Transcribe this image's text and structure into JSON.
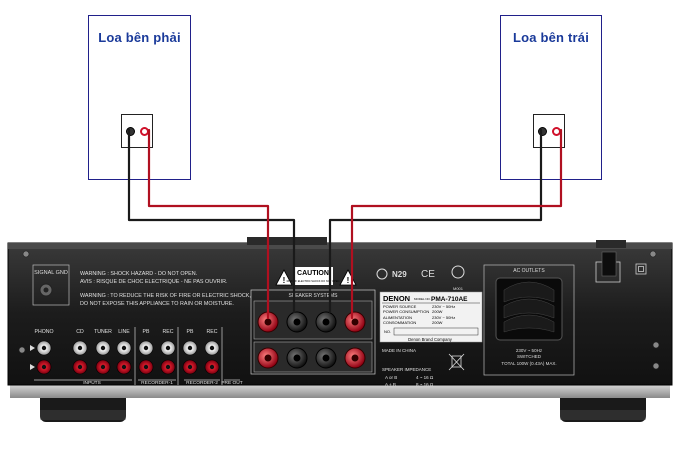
{
  "speakers": {
    "right_label": "Loa bên phải",
    "left_label": "Loa bên trái"
  },
  "amplifier": {
    "model_prefix": "MODEL NO.",
    "brand": "DENON",
    "model": "PMA-710AE",
    "spec_lines": [
      [
        "POWER SOURCE",
        "230V ~ 50Hz"
      ],
      [
        "POWER CONSUMPTION",
        "200W"
      ],
      [
        "ALIMENTATION",
        "230V ~ 50Hz"
      ],
      [
        "CONSOMMATION",
        "200W"
      ]
    ],
    "no_label": "NO.",
    "company": "Denon Brand Company",
    "made_in": "MADE IN CHINA",
    "impedance_title": "SPEAKER IMPEDANCE",
    "impedance_rows": [
      [
        "A or B",
        "4 ~ 16 Ω"
      ],
      [
        "A + B",
        "8 ~ 16 Ω"
      ]
    ],
    "caution": "CAUTION",
    "caution_sub": "RISK OF ELECTRIC SHOCK DO NOT OPEN",
    "warning_1": "WARNING : SHOCK HAZARD - DO NOT OPEN.",
    "warning_2": "AVIS : RISQUE DE CHOC ELECTRIQUE - NE PAS OUVRIR.",
    "warning_3": "WARNING : TO REDUCE THE RISK OF FIRE OR ELECTRIC SHOCK,",
    "warning_4": "DO NOT EXPOSE THIS APPLIANCE TO RAIN OR MOISTURE.",
    "signal_gnd": "SIGNAL GND",
    "speaker_systems": "SPEAKER SYSTEMS",
    "n29": "N29",
    "ce": "CE",
    "m001": "M001",
    "ac_outlets": "AC OUTLETS",
    "ac_rating_1": "230V ~ 50Hz",
    "ac_rating_2": "SWITCHED",
    "ac_rating_3": "TOTAL 100W (0.43A) MAX.",
    "inputs": [
      "PHONO",
      "CD",
      "TUNER",
      "LINE",
      "PB",
      "REC",
      "PB",
      "REC"
    ],
    "inputs_group": "INPUTS",
    "recorder_1": "RECORDER-1",
    "recorder_2": "RECORDER-2",
    "pre_out": "PRE OUT"
  },
  "colors": {
    "wire_black": "#222222",
    "wire_red": "#b01020",
    "chassis": "#1c1c1c",
    "terminal_red": "#c8102e"
  }
}
